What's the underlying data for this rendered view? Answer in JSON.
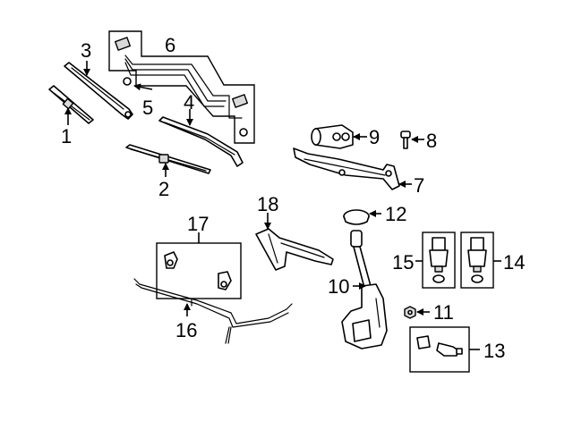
{
  "callouts": {
    "c1": "1",
    "c2": "2",
    "c3": "3",
    "c4": "4",
    "c5": "5",
    "c6": "6",
    "c7": "7",
    "c8": "8",
    "c9": "9",
    "c10": "10",
    "c11": "11",
    "c12": "12",
    "c13": "13",
    "c14": "14",
    "c15": "15",
    "c16": "16",
    "c17": "17",
    "c18": "18"
  },
  "colors": {
    "line": "#000000",
    "fill": "#ffffff",
    "shade": "#d9d9d9"
  }
}
